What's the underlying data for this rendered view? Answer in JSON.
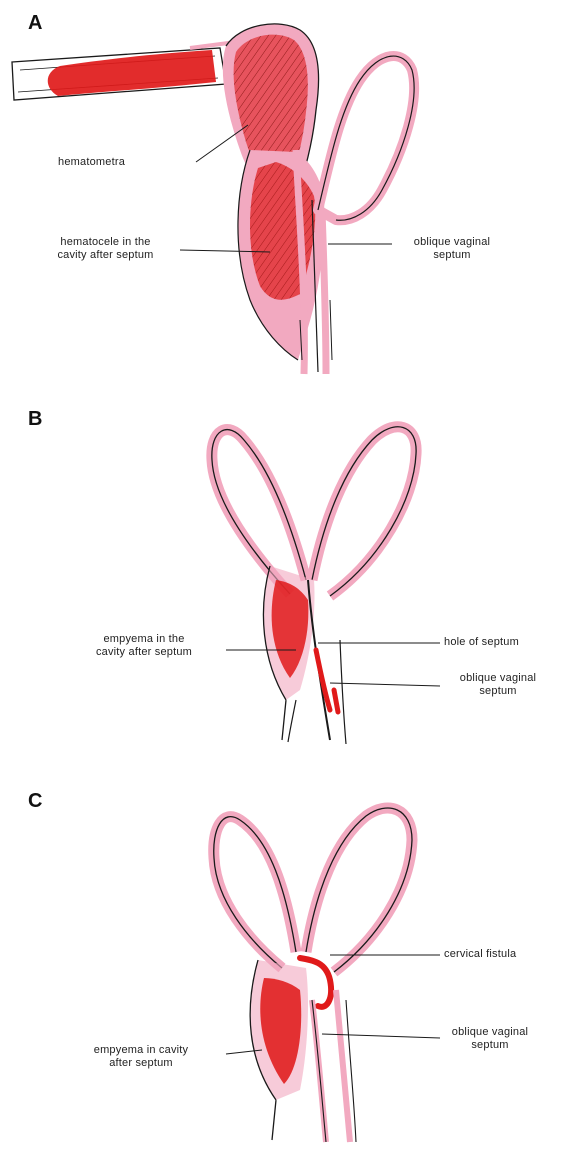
{
  "panels": [
    {
      "letter": "A",
      "labels": {
        "hematometra": "hematometra",
        "hematocele_line1": "hematocele in the",
        "hematocele_line2": "cavity after septum",
        "septum_line1": "oblique vaginal",
        "septum_line2": "septum"
      }
    },
    {
      "letter": "B",
      "labels": {
        "empyema_line1": "empyema in the",
        "empyema_line2": "cavity after septum",
        "hole": "hole of septum",
        "septum_line1": "oblique vaginal",
        "septum_line2": "septum"
      }
    },
    {
      "letter": "C",
      "labels": {
        "fistula": "cervical fistula",
        "empyema_line1": "empyema in cavity",
        "empyema_line2": "after septum",
        "septum_line1": "oblique vaginal",
        "septum_line2": "septum"
      }
    }
  ],
  "colors": {
    "outline": "#1a1a1a",
    "pink_wall": "#f2a9c0",
    "blood": "#e01a1a"
  }
}
